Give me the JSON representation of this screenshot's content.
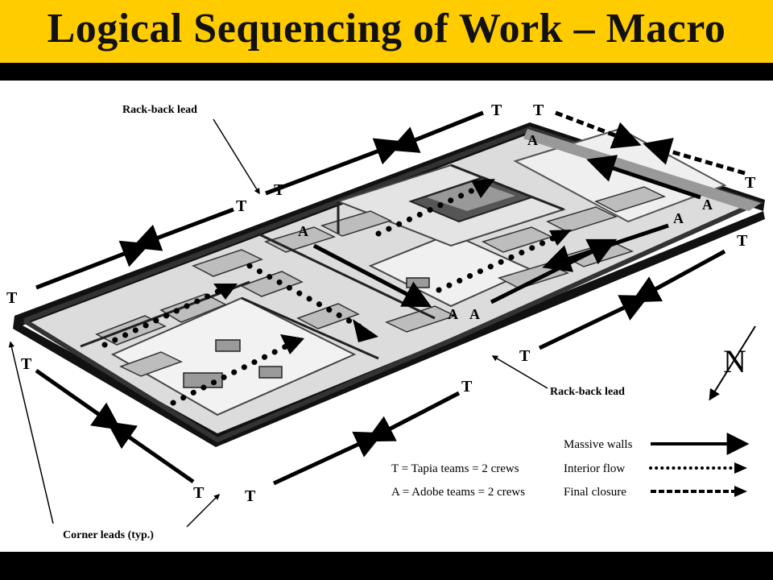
{
  "slide": {
    "title": "Logical Sequencing of Work – Macro"
  },
  "annotations": {
    "rack_back_top": "Rack-back lead",
    "rack_back_bottom": "Rack-back lead",
    "corner_leads": "Corner leads (typ.)",
    "north": "N"
  },
  "markers": {
    "tapia": "T",
    "adobe": "A"
  },
  "legend": {
    "tapia_def": "T = Tapia teams = 2 crews",
    "adobe_def": "A = Adobe teams = 2 crews",
    "massive_walls": "Massive walls",
    "interior_flow": "Interior flow",
    "final_closure": "Final closure"
  }
}
